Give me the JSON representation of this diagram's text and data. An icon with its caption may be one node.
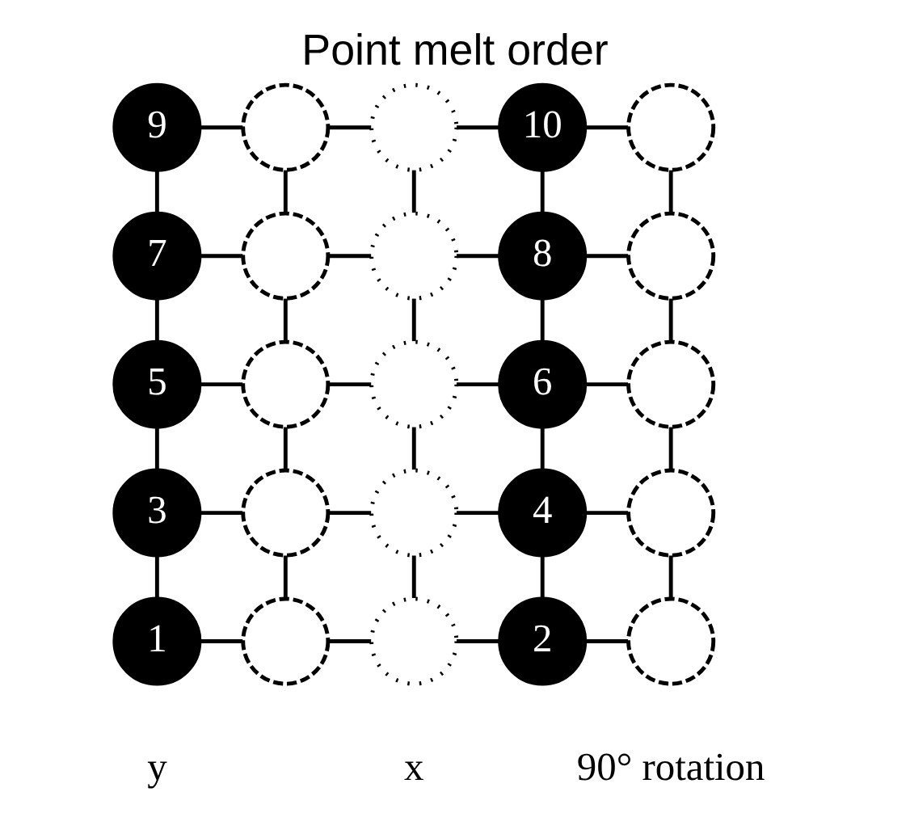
{
  "diagram": {
    "title": "Point melt order",
    "nodes": [
      {
        "text": [
          "9"
        ]
      },
      {
        "text": [],
        "shape": "circle"
      },
      {
        "text": [],
        "shape": "circle"
      },
      {
        "text": [
          "10"
        ]
      },
      {
        "text": [],
        "shape": "circle"
      },
      {
        "text": [
          "7"
        ]
      },
      {
        "text": [],
        "shape": "circle"
      },
      {
        "text": [],
        "shape": "circle"
      },
      {
        "text": [
          "8"
        ]
      },
      {
        "text": [],
        "shape": "circle"
      },
      {
        "text": [
          "5"
        ]
      },
      {
        "text": [],
        "shape": "circle"
      },
      {
        "text": [],
        "shape": "circle"
      },
      {
        "text": [
          "6"
        ]
      },
      {
        "text": [],
        "shape": "circle"
      },
      {
        "text": [
          "3"
        ]
      },
      {
        "text": [],
        "shape": "circle"
      },
      {
        "text": [],
        "shape": "circle"
      },
      {
        "text": [
          "4"
        ]
      },
      {
        "text": [],
        "shape": "circle"
      },
      {
        "text": [
          "1"
        ]
      },
      {
        "text": [],
        "shape": "circle"
      },
      {
        "text": [],
        "shape": "circle"
      },
      {
        "text": [
          "2"
        ]
      },
      {
        "text": [],
        "shape": "circle"
      }
    ],
    "edges": [
      {
        "from": 0,
        "to": 1,
        "arrow": "none"
      },
      {
        "from": 1,
        "to": 2,
        "arrow": "none"
      },
      {
        "from": 2,
        "to": 3,
        "arrow": "none"
      },
      {
        "from": 3,
        "to": 4,
        "arrow": "none"
      },
      {
        "from": 5,
        "to": 6,
        "arrow": "none"
      },
      {
        "from": 6,
        "to": 7,
        "arrow": "none"
      },
      {
        "from": 7,
        "to": 8,
        "arrow": "none"
      },
      {
        "from": 8,
        "to": 9,
        "arrow": "none"
      },
      {
        "from": 10,
        "to": 11,
        "arrow": "none"
      },
      {
        "from": 11,
        "to": 12,
        "arrow": "none"
      },
      {
        "from": 12,
        "to": 13,
        "arrow": "none"
      },
      {
        "from": 13,
        "to": 14,
        "arrow": "none"
      },
      {
        "from": 15,
        "to": 16,
        "arrow": "none"
      },
      {
        "from": 16,
        "to": 17,
        "arrow": "none"
      },
      {
        "from": 17,
        "to": 18,
        "arrow": "none"
      },
      {
        "from": 18,
        "to": 19,
        "arrow": "none"
      },
      {
        "from": 20,
        "to": 21,
        "arrow": "none"
      },
      {
        "from": 21,
        "to": 22,
        "arrow": "none"
      },
      {
        "from": 22,
        "to": 23,
        "arrow": "none"
      },
      {
        "from": 23,
        "to": 24,
        "arrow": "none"
      },
      {
        "from": 0,
        "to": 5,
        "arrow": "none"
      },
      {
        "from": 1,
        "to": 6,
        "arrow": "none"
      },
      {
        "from": 2,
        "to": 7,
        "arrow": "none"
      },
      {
        "from": 3,
        "to": 8,
        "arrow": "none"
      },
      {
        "from": 4,
        "to": 9,
        "arrow": "none"
      },
      {
        "from": 5,
        "to": 10,
        "arrow": "none"
      },
      {
        "from": 6,
        "to": 11,
        "arrow": "none"
      },
      {
        "from": 7,
        "to": 12,
        "arrow": "none"
      },
      {
        "from": 8,
        "to": 13,
        "arrow": "none"
      },
      {
        "from": 9,
        "to": 14,
        "arrow": "none"
      },
      {
        "from": 10,
        "to": 15,
        "arrow": "none"
      },
      {
        "from": 11,
        "to": 16,
        "arrow": "none"
      },
      {
        "from": 12,
        "to": 17,
        "arrow": "none"
      },
      {
        "from": 13,
        "to": 18,
        "arrow": "none"
      },
      {
        "from": 14,
        "to": 19,
        "arrow": "none"
      },
      {
        "from": 15,
        "to": 20,
        "arrow": "none"
      },
      {
        "from": 16,
        "to": 21,
        "arrow": "none"
      },
      {
        "from": 17,
        "to": 22,
        "arrow": "none"
      },
      {
        "from": 18,
        "to": 23,
        "arrow": "none"
      },
      {
        "from": 19,
        "to": 24,
        "arrow": "none"
      }
    ],
    "labels": [
      "y",
      "x",
      "90° rotation"
    ]
  }
}
